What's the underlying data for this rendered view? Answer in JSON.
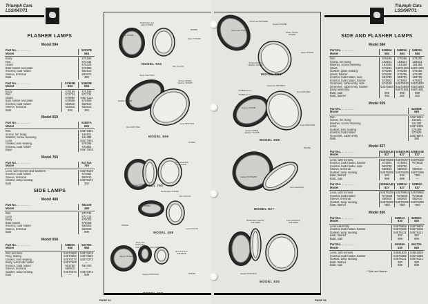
{
  "header": {
    "company": "Triumph Cars",
    "ref": "LSS/047/71"
  },
  "pages": {
    "left": "PAGE 32",
    "right": "PAGE 33"
  },
  "labels": {
    "part_no": "Part No.",
    "model": "Model"
  },
  "left_col": [
    {
      "type": "heading",
      "text": "FLASHER LAMPS"
    },
    {
      "type": "model",
      "text": "Model 594"
    },
    {
      "type": "table",
      "cols": [
        "52337B"
      ],
      "models": [
        "594"
      ],
      "rows": [
        [
          "Body",
          "576185"
        ],
        [
          "Rim ...",
          "572734"
        ],
        [
          "Glass",
          "576108"
        ],
        [
          "Bulb holder and plate",
          "576986"
        ],
        [
          "Insertor, bulb holder",
          "552510"
        ],
        [
          "Sleeve, terminal",
          "553910"
        ],
        [
          "Bulb",
          "382"
        ]
      ]
    },
    {
      "type": "table",
      "cols": [
        "52345B",
        "53600B"
      ],
      "models": [
        "594",
        "594"
      ],
      "rows": [
        [
          "Body",
          "576185",
          "576185"
        ],
        [
          "Rim ...",
          "572734",
          "572734"
        ],
        [
          "Glass",
          "576980",
          "54571112"
        ],
        [
          "Bulb holder and plate",
          "576986",
          "576986"
        ],
        [
          "Insertor, bulb holder",
          "552510",
          "552510"
        ],
        [
          "Sleeve, terminal",
          "553910",
          "553910"
        ],
        [
          "Bulb",
          "382",
          "382"
        ]
      ]
    },
    {
      "type": "model",
      "text": "Model 659"
    },
    {
      "type": "table",
      "cols": [
        "52887A"
      ],
      "models": [
        "659"
      ],
      "rows": [
        [
          "Rim",
          "54571591"
        ],
        [
          "Screw, rim fixing",
          "164921"
        ],
        [
          "Washer, screw retaining",
          "161385"
        ],
        [
          "Lens",
          "54577501"
        ],
        [
          "Gasket, lens seating",
          "576288"
        ],
        [
          "Insertor, bulb holder",
          "573802"
        ],
        [
          "Base",
          "54577503"
        ]
      ]
    },
    {
      "type": "model",
      "text": "Model 760"
    },
    {
      "type": "table",
      "cols": [
        "54774A"
      ],
      "models": [
        "760"
      ],
      "rows": [
        [
          "Lens, with screws and washers",
          "54576128"
        ],
        [
          "Insertor, bulb holder",
          "573802"
        ],
        [
          "Sleeve, terminal",
          "553910"
        ],
        [
          "Gasket, lamp seating",
          "54578176"
        ],
        [
          "Bulb",
          "382"
        ]
      ]
    },
    {
      "type": "heading",
      "text": "SIDE LAMPS"
    },
    {
      "type": "model",
      "text": "Model 488"
    },
    {
      "type": "table",
      "cols": [
        "504378"
      ],
      "models": [
        "488"
      ],
      "rows": [
        [
          "Rim",
          "572734"
        ],
        [
          "Lens",
          "572715"
        ],
        [
          "Body",
          "576003"
        ],
        [
          "Bulb holder",
          "576008"
        ],
        [
          "Insertor, bulb holder",
          "555906"
        ],
        [
          "Sleeve, terminal",
          "553910"
        ],
        [
          "Bulb",
          "989"
        ]
      ]
    },
    {
      "type": "model",
      "text": "Model 658"
    },
    {
      "type": "table",
      "cols": [
        "53806A",
        "54778A"
      ],
      "models": [
        "658",
        "658"
      ],
      "rows": [
        [
          "Rim and lens",
          "54573689",
          "54570578"
        ],
        [
          "Ring, sliding",
          "54570582",
          "54570582"
        ],
        [
          "Gasket, lens seating",
          "54570373",
          "54570373"
        ],
        [
          "Body, with bulb holder",
          "54577508",
          "—"
        ],
        [
          "Insertor, bulb holder",
          "553780",
          "553780"
        ],
        [
          "Sleeve, terminal",
          "550910",
          "—"
        ],
        [
          "Gasket, lamp seating",
          "54570374",
          "54570374"
        ],
        [
          "Bulb",
          "—",
          "989"
        ]
      ]
    }
  ],
  "right_col": [
    {
      "type": "heading",
      "text": "SIDE AND FLASHER LAMPS"
    },
    {
      "type": "model",
      "text": "Model 584"
    },
    {
      "type": "table",
      "cols": [
        "52696A",
        "54835A",
        "54839A"
      ],
      "models": [
        "584",
        "584",
        "584"
      ],
      "rows": [
        [
          "Rim",
          "576285",
          "576285",
          "576285"
        ],
        [
          "Screw, rim fixing",
          "164921",
          "164921",
          "164921"
        ],
        [
          "Washer, screw retaining",
          "161385",
          "161385",
          "161385"
        ],
        [
          "Glass",
          "576291",
          "54571309",
          "54571309"
        ],
        [
          "Gasket, glass seating",
          "576288",
          "576288",
          "576288"
        ],
        [
          "Glass, flasher",
          "576286",
          "576286",
          "576286"
        ],
        [
          "Insertor, bulb holder, side",
          "553780",
          "553780",
          "553780"
        ],
        [
          "Insertor, bulb holder, flasher",
          "573802",
          "573802",
          "573802"
        ],
        [
          "Grommet, cable entry, side",
          "574049",
          "54575930",
          "54575930"
        ],
        [
          "Grommet, cable entry, flasher",
          "54575893",
          "54575893",
          "54575893"
        ],
        [
          "Body assembly",
          "—",
          "54571661",
          "54571661"
        ],
        [
          "Bulb, side",
          "989",
          "989",
          "989"
        ],
        [
          "Bulb, flasher",
          "382",
          "382",
          "382"
        ]
      ]
    },
    {
      "type": "model",
      "text": "Model 659"
    },
    {
      "type": "table",
      "cols": [
        "52492B"
      ],
      "models": [
        "659"
      ],
      "rows": [
        [
          "Rim",
          "54571591"
        ],
        [
          "Screw, rim fixing",
          "164921"
        ],
        [
          "Washer, screw retaining",
          "161385"
        ],
        [
          "Lens",
          "54571328"
        ],
        [
          "Gasket, lens seating",
          "576288"
        ],
        [
          "Insertor, bulb holder",
          "573828"
        ],
        [
          "Grommet, cable entry",
          "54578873"
        ],
        [
          "Bulb",
          "380"
        ]
      ]
    },
    {
      "type": "model",
      "text": "Model 827"
    },
    {
      "type": "table",
      "cols": [
        "52943A/B",
        "52944A/B",
        "52945A/B"
      ],
      "models": [
        "827",
        "827",
        "827"
      ],
      "rows": [
        [
          "Lens, with screws",
          "54579196",
          "54579197",
          "54579198"
        ],
        [
          "Insertor, bulb holder, flasher",
          "573802",
          "573802",
          "*573828"
        ],
        [
          "Insertor, bulb holder, side",
          "553780",
          "553780",
          "—"
        ],
        [
          "Sleeve, terminal",
          "550910",
          "550910",
          "550910"
        ],
        [
          "Gasket, lamp seating",
          "54579295",
          "54579295",
          "54579295"
        ],
        [
          "Bulb, flasher",
          "382",
          "382",
          "*380"
        ],
        [
          "Bulb, side",
          "989",
          "989",
          "—"
        ]
      ]
    },
    {
      "type": "table",
      "cols": [
        "52946A/B",
        "52981A",
        "52982A"
      ],
      "models": [
        "827",
        "827",
        "827"
      ],
      "rows": [
        [
          "Lens, with screws",
          "54579199",
          "54579954",
          "54579955"
        ],
        [
          "Insertor, bulb holder",
          "*573828",
          "*573828",
          "*573828"
        ],
        [
          "Sleeve, terminal",
          "550910",
          "550910",
          "550910"
        ],
        [
          "Gasket, lamp seating",
          "54579295",
          "54579295",
          "54579295"
        ],
        [
          "Bulb, flasher",
          "*380",
          "*380",
          "*380"
        ]
      ]
    },
    {
      "type": "model",
      "text": "Model 830"
    },
    {
      "type": "table",
      "cols": [
        "52951A",
        "52952A"
      ],
      "models": [
        "830",
        "830"
      ],
      "rows": [
        [
          "Lens assembly",
          "54579808",
          "54579809"
        ],
        [
          "Insertor, bulb holder, flasher",
          "54573286",
          "54573286"
        ],
        [
          "Gasket, lamp seating",
          "54579121",
          "54579121"
        ],
        [
          "Bulb, flasher",
          "382",
          "382"
        ],
        [
          "Bulb, side",
          "989",
          "989"
        ]
      ]
    },
    {
      "type": "table",
      "cols": [
        "56169A",
        "56170A"
      ],
      "models": [
        "830",
        "830"
      ],
      "rows": [
        [
          "Lens, with screws",
          "54581829",
          "54581830"
        ],
        [
          "Insertor, bulb holder, flasher",
          "54573286",
          "54573286"
        ],
        [
          "Gasket, lamp seating",
          "54579121",
          "54579121"
        ],
        [
          "Bulb, flasher",
          "382",
          "382"
        ],
        [
          "Bulb, side",
          "989",
          "989"
        ]
      ]
    },
    {
      "type": "note",
      "text": "* Side and flasher"
    }
  ],
  "diagrams": {
    "left": {
      "models": [
        "MODEL 594",
        "MODEL 659",
        "MODEL 760",
        "MODEL 488",
        "MODEL 658"
      ],
      "callouts": [
        "Bulbholder and plate 576986",
        "Body 576185",
        "552858",
        "Glass 576108",
        "Rim 572734",
        "Body 54577503",
        "Screw 164921 Washer 161385",
        "Gasket 576288",
        "Lens 54577501",
        "Rim 54577591",
        "573833",
        "Lens assembly 54576128",
        "Grommet 553910",
        "Bulbholder 576008",
        "Body 576003",
        "Rim 572734",
        "555906",
        "Lens 572715",
        "Body and bulbholder 54577508",
        "Ring 54570582",
        "Sleeve 553910",
        "Rim and lens 54570578",
        "Gasket 54570374",
        "553780"
      ]
    },
    "right": {
      "models": [
        "MODEL 584",
        "MODEL 659",
        "MODEL 827",
        "MODEL 830"
      ],
      "callouts": [
        "Grommet 54575893",
        "Gasket 576288",
        "Grommet 574049",
        "Glass, flasher 576286",
        "Body 54571661",
        "Glass 576291",
        "Screw 164921 Washer 161385",
        "573808 (D.C.)",
        "573802 (L.C.)",
        "Grommet 54578873",
        "Rim 54571591",
        "Gasket 576288",
        "Screw 164921 Washer 161385",
        "Glass 54571328",
        "553780",
        "Gasket 54579295",
        "Lens assembly",
        "Bulbholder insertor 54573286",
        "Lens assembly 54579808",
        "Gasket 54579121"
      ]
    }
  }
}
